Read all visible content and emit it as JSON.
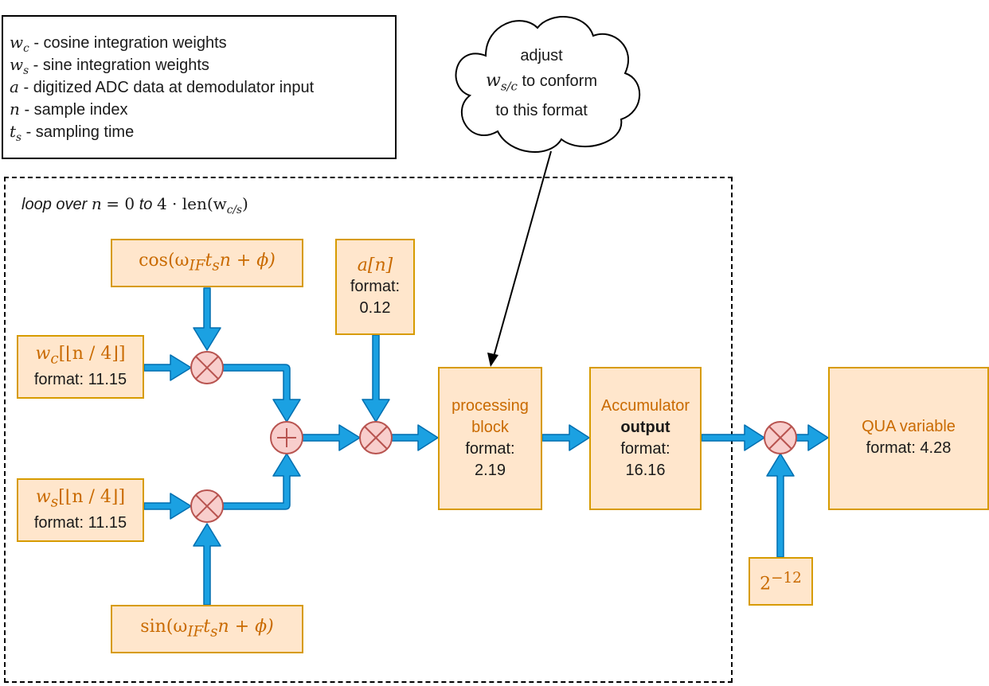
{
  "legend": {
    "items": [
      {
        "symbol": "w",
        "sub": "c",
        "description": "- cosine integration weights"
      },
      {
        "symbol": "w",
        "sub": "s",
        "description": "- sine integration weights"
      },
      {
        "symbol": "a",
        "sub": "",
        "description": "- digitized ADC data at demodulator input"
      },
      {
        "symbol": "n",
        "sub": "",
        "description": "- sample index"
      },
      {
        "symbol": "t",
        "sub": "s",
        "description": "- sampling time"
      }
    ]
  },
  "cloud": {
    "line1": "adjust",
    "symbol": "w",
    "symbol_sub": "s/c",
    "line2": "to conform",
    "line3": "to this format"
  },
  "loop": {
    "prefix": "loop over",
    "var": "n",
    "eq": "= 0",
    "to": "to",
    "expr": "4 · len(w",
    "expr_sub": "c/s",
    "expr_end": ")"
  },
  "blocks": {
    "cos": {
      "expr": "cos(ω",
      "sub1": "IF",
      "mid": "t",
      "sub2": "s",
      "end": "n + ϕ)"
    },
    "sin": {
      "expr": "sin(ω",
      "sub1": "IF",
      "mid": "t",
      "sub2": "s",
      "end": "n + ϕ)"
    },
    "wc": {
      "sym": "w",
      "sub": "c",
      "idx": "[⌊n / 4⌋]",
      "format": "format: 11.15"
    },
    "ws": {
      "sym": "w",
      "sub": "s",
      "idx": "[⌊n / 4⌋]",
      "format": "format: 11.15"
    },
    "adc": {
      "expr": "a[n]",
      "format_label": "format:",
      "format_value": "0.12"
    },
    "processing": {
      "title1": "processing",
      "title2": "block",
      "format_label": "format:",
      "format_value": "2.19"
    },
    "accumulator": {
      "title": "Accumulator",
      "subtitle": "output",
      "format_label": "format:",
      "format_value": "16.16"
    },
    "qua": {
      "title": "QUA variable",
      "format": "format: 4.28"
    },
    "scale": {
      "base": "2",
      "exp": "−12"
    }
  },
  "operators": {
    "multiply_symbol": "⊗",
    "add_symbol": "⊕"
  },
  "colors": {
    "box_fill": "#ffe6cc",
    "box_stroke": "#d79b00",
    "box_title": "#c96a00",
    "arrow_fill": "#1ba1e2",
    "arrow_stroke": "#006eaf",
    "operator_fill": "#f8cecc",
    "operator_stroke": "#b85450"
  }
}
